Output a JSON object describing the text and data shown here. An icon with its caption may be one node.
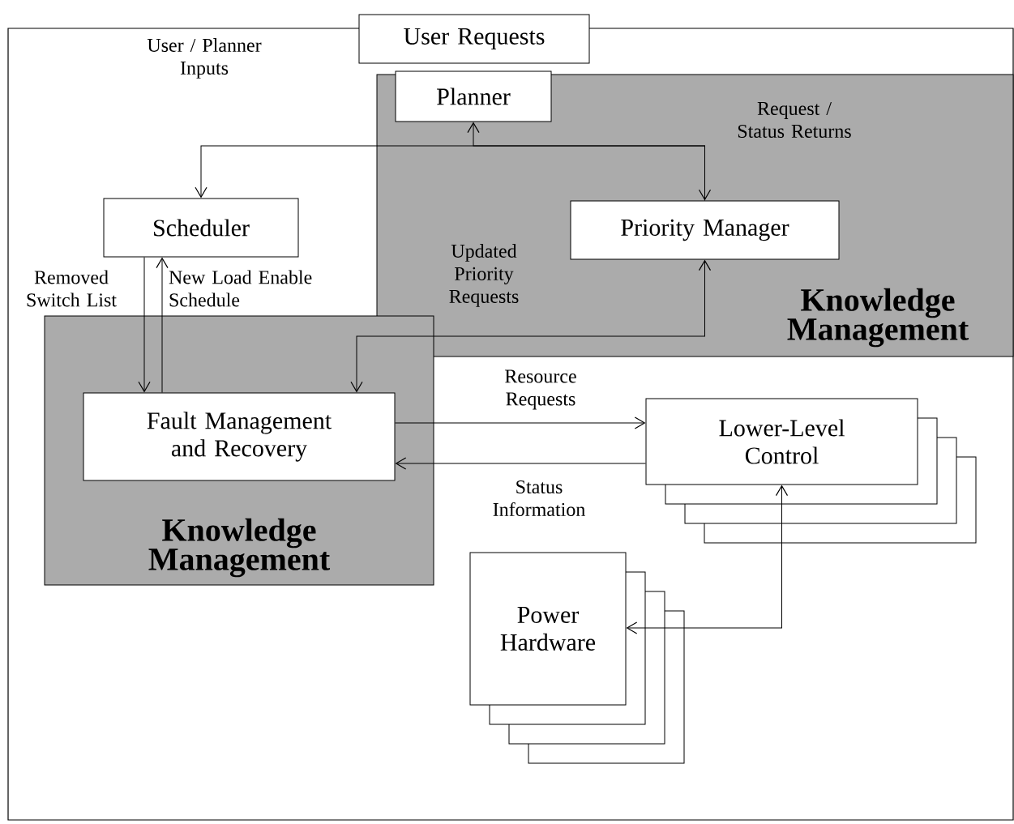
{
  "diagram": {
    "nodes": [
      {
        "text": [
          "User Requests"
        ]
      },
      {
        "text": [
          "Knowledge Management"
        ]
      },
      {
        "text": [
          "Planner"
        ],
        "in": 1
      },
      {
        "text": [
          "Scheduler"
        ]
      },
      {
        "text": [
          "Priority Manager"
        ],
        "in": 1
      },
      {
        "text": [
          "Knowledge Management"
        ]
      },
      {
        "text": [
          "Fault Management and Recovery"
        ],
        "in": 5
      },
      {
        "text": [
          "Lower-Level Control"
        ]
      },
      {
        "text": [
          "Power Hardware"
        ]
      }
    ],
    "edges": [
      {
        "from": 4,
        "to": 2,
        "arrow": "both",
        "label": "Request / Status Returns"
      },
      {
        "from": 4,
        "to": 3,
        "arrow": "to"
      },
      {
        "from": 6,
        "to": 4,
        "arrow": "both",
        "label": "Updated Priority Requests"
      },
      {
        "from": 3,
        "to": 6,
        "arrow": "to",
        "label": "Removed Switch List"
      },
      {
        "from": 6,
        "to": 3,
        "arrow": "to",
        "label": "New Load Enable Schedule"
      },
      {
        "from": 6,
        "to": 7,
        "arrow": "to",
        "label": "Resource Requests"
      },
      {
        "from": 7,
        "to": 6,
        "arrow": "to",
        "label": "Status Information"
      },
      {
        "from": 7,
        "to": 8,
        "arrow": "both"
      }
    ],
    "labels": [
      "User / Planner Inputs"
    ]
  }
}
